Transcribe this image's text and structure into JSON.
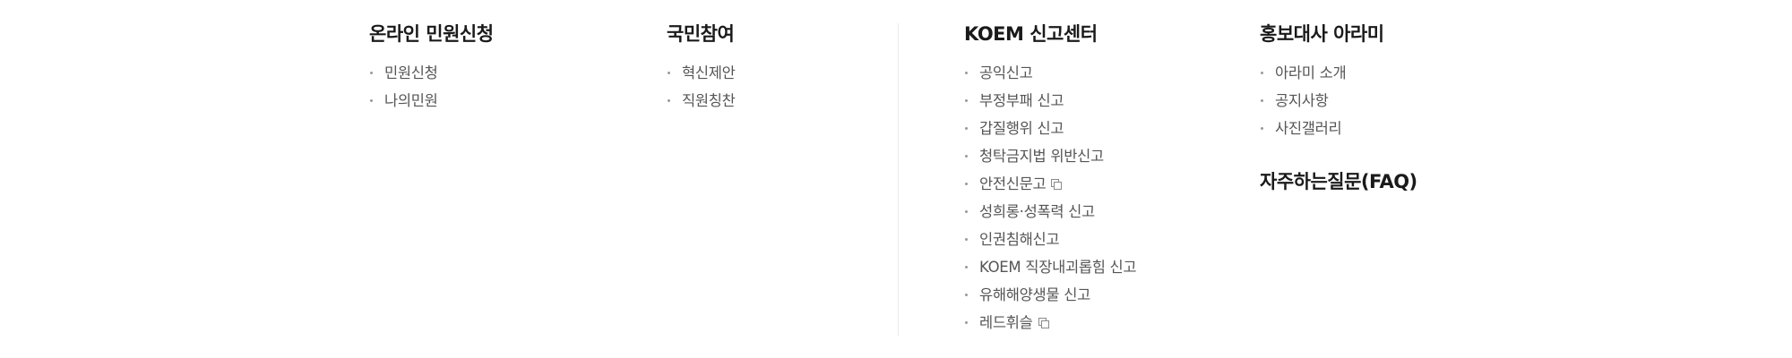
{
  "columns": [
    {
      "heading": "온라인 민원신청",
      "items": [
        {
          "label": "민원신청",
          "external": false
        },
        {
          "label": "나의민원",
          "external": false
        }
      ]
    },
    {
      "heading": "국민참여",
      "items": [
        {
          "label": "혁신제안",
          "external": false
        },
        {
          "label": "직원칭찬",
          "external": false
        }
      ]
    },
    {
      "heading": "KOEM 신고센터",
      "items": [
        {
          "label": "공익신고",
          "external": false
        },
        {
          "label": "부정부패 신고",
          "external": false
        },
        {
          "label": "갑질행위 신고",
          "external": false
        },
        {
          "label": "청탁금지법 위반신고",
          "external": false
        },
        {
          "label": "안전신문고",
          "external": true,
          "icon": "new-window-icon"
        },
        {
          "label": "성희롱·성폭력 신고",
          "external": false
        },
        {
          "label": "인권침해신고",
          "external": false
        },
        {
          "label": "KOEM 직장내괴롭힘 신고",
          "external": false
        },
        {
          "label": "유해해양생물 신고",
          "external": false
        },
        {
          "label": "레드휘슬",
          "external": true,
          "icon": "new-window-icon"
        }
      ]
    },
    {
      "heading": "홍보대사 아라미",
      "items": [
        {
          "label": "아라미 소개",
          "external": false
        },
        {
          "label": "공지사항",
          "external": false
        },
        {
          "label": "사진갤러리",
          "external": false
        }
      ],
      "extra_heading": "자주하는질문(FAQ)"
    }
  ]
}
